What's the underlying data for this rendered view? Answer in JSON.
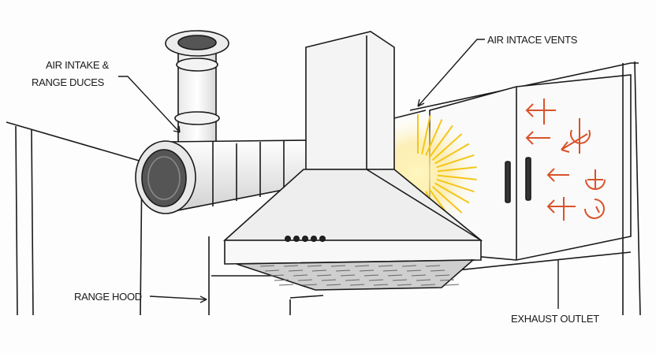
{
  "labels": {
    "air_intake_line1": "AIR INTAKE &",
    "air_intake_line2": "RANGE DUCES",
    "air_intake_vents": "AIR INTACE VENTS",
    "range_hood": "RANGE HOOD",
    "exhaust_outlet": "EXHAUST OUTLET"
  },
  "colors": {
    "ink": "#1a1a1a",
    "glow": "#f5c518",
    "arrows": "#d9532a",
    "metal": "#e6e6e6"
  }
}
